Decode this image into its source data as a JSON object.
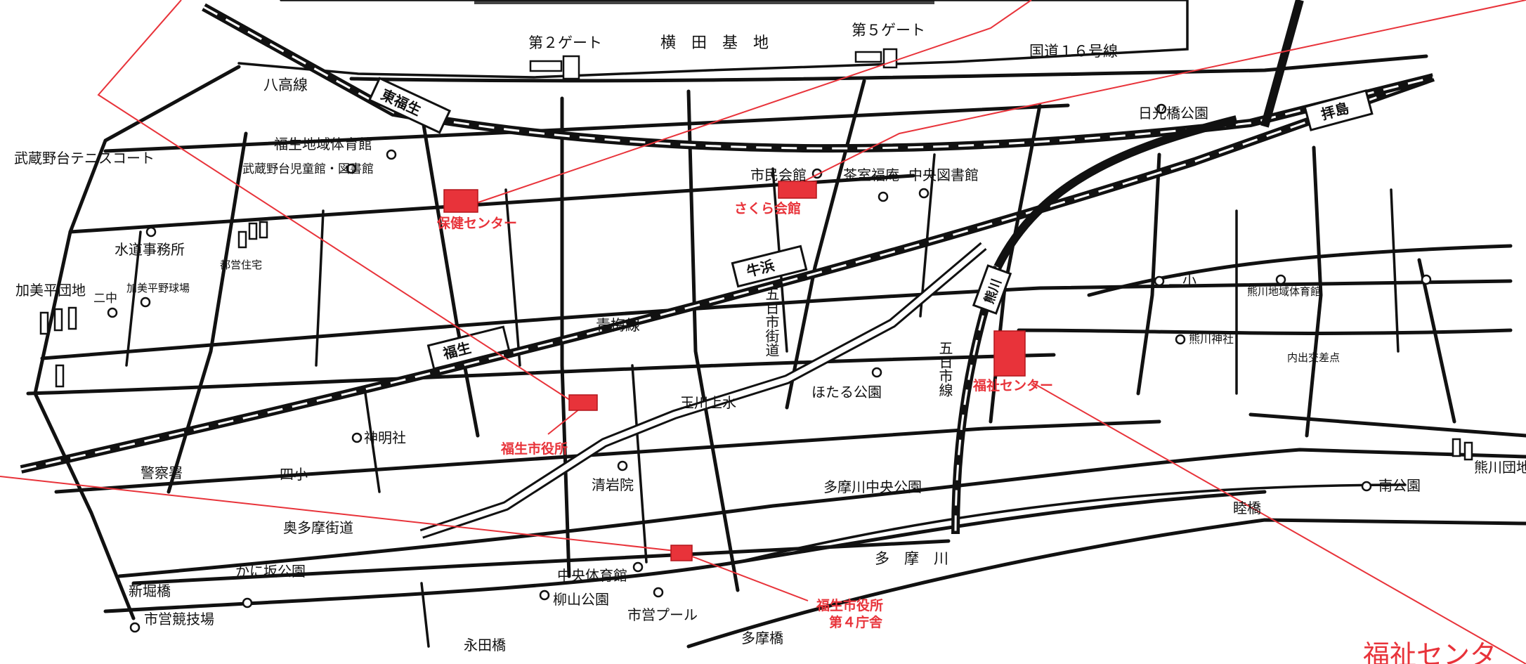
{
  "labels": {
    "gate2": "第２ゲート",
    "yokota": "横　田　基　地",
    "gate5": "第５ゲート",
    "route16": "国道１６号線",
    "hachiko": "八高線",
    "higashi_fussa": "東福生",
    "haijima": "拝島",
    "nikkobashi_park": "日光橋公園",
    "musashinodai_tennis": "武蔵野台テニスコート",
    "fussa_gym": "福生地域体育館",
    "musashinodai_library": "武蔵野台児童館・図書館",
    "hoken_center": "保健センター",
    "shimin_kaikan": "市民会館",
    "sakura_kaikan": "さくら会館",
    "chashitsu": "茶室福庵",
    "chuo_library": "中央図書館",
    "suido": "水道事務所",
    "toei_housing": "都営住宅",
    "kamidaira_danchi": "加美平団地",
    "nichu": "二中",
    "kamidaira_field": "加美平野球場",
    "ushihama": "牛浜",
    "ome_line": "青梅線",
    "itsukaichi_kaido": "五日市街道",
    "itsukaichi_line": "五日市線",
    "kumagawa_st": "熊川",
    "nisho": "二小",
    "kumagawa_gym": "熊川地域体育館",
    "kumagawa_shrine": "熊川神社",
    "uchide_crossing": "内出交差点",
    "fussa_st": "福生",
    "city_hall": "福生市役所",
    "tamagawa_josui": "玉川上水",
    "hotaru_park": "ほたる公園",
    "fukushi_center": "福祉センター",
    "shinmeisha": "神明社",
    "keisatsu": "警察署",
    "yonsho": "四小",
    "seiganin": "清岩院",
    "tama_chuo_park": "多摩川中央公園",
    "kumagawa_danchi": "熊川団地",
    "minami_park": "南公園",
    "mutsumi_bashi": "睦橋",
    "okutama_kaido": "奥多摩街道",
    "tamagawa": "多　摩　川",
    "kanisaka_park": "かに坂公園",
    "shinbori_bashi": "新堀橋",
    "chuo_gym": "中央体育館",
    "yanagiyama_park": "柳山公園",
    "city_hall_4": "福生市役所",
    "city_hall_4b": "第４庁舎",
    "keigi_jo": "市営競技場",
    "shiei_pool": "市営プール",
    "nagatabashi": "永田橋",
    "tamabashi": "多摩橋",
    "edge_fukushi": "福祉センタ"
  },
  "colors": {
    "accent": "#e8333a",
    "ink": "#111111"
  }
}
